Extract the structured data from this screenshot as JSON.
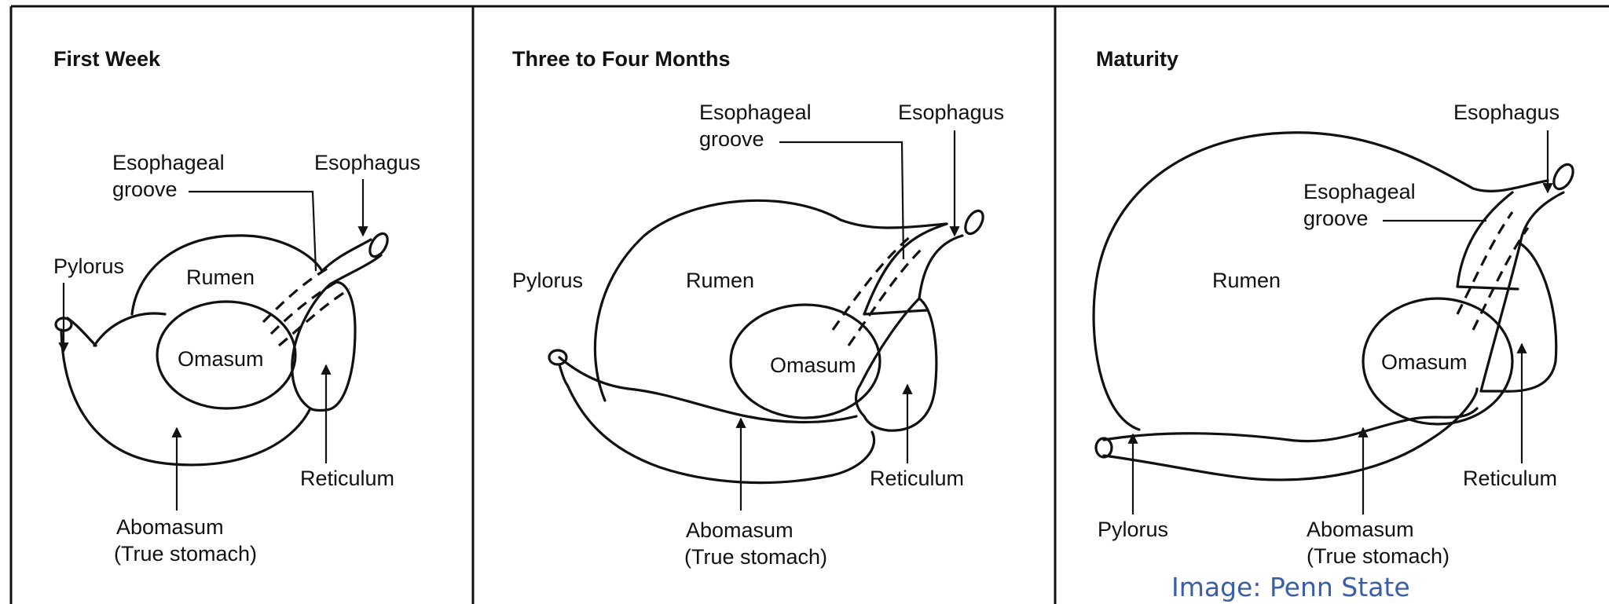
{
  "panels": [
    {
      "title": "First Week",
      "labels": {
        "esophageal_groove_1": "Esophageal",
        "esophageal_groove_2": "groove",
        "esophagus": "Esophagus",
        "pylorus": "Pylorus",
        "rumen": "Rumen",
        "omasum": "Omasum",
        "reticulum": "Reticulum",
        "abomasum_1": "Abomasum",
        "abomasum_2": "(True stomach)"
      }
    },
    {
      "title": "Three to Four Months",
      "labels": {
        "esophageal_groove_1": "Esophageal",
        "esophageal_groove_2": "groove",
        "esophagus": "Esophagus",
        "pylorus": "Pylorus",
        "rumen": "Rumen",
        "omasum": "Omasum",
        "reticulum": "Reticulum",
        "abomasum_1": "Abomasum",
        "abomasum_2": "(True stomach)"
      }
    },
    {
      "title": "Maturity",
      "labels": {
        "esophageal_groove_1": "Esophageal",
        "esophageal_groove_2": "groove",
        "esophagus": "Esophagus",
        "pylorus": "Pylorus",
        "rumen": "Rumen",
        "omasum": "Omasum",
        "reticulum": "Reticulum",
        "abomasum_1": "Abomasum",
        "abomasum_2": "(True stomach)"
      }
    }
  ],
  "credit": "Image: Penn State"
}
